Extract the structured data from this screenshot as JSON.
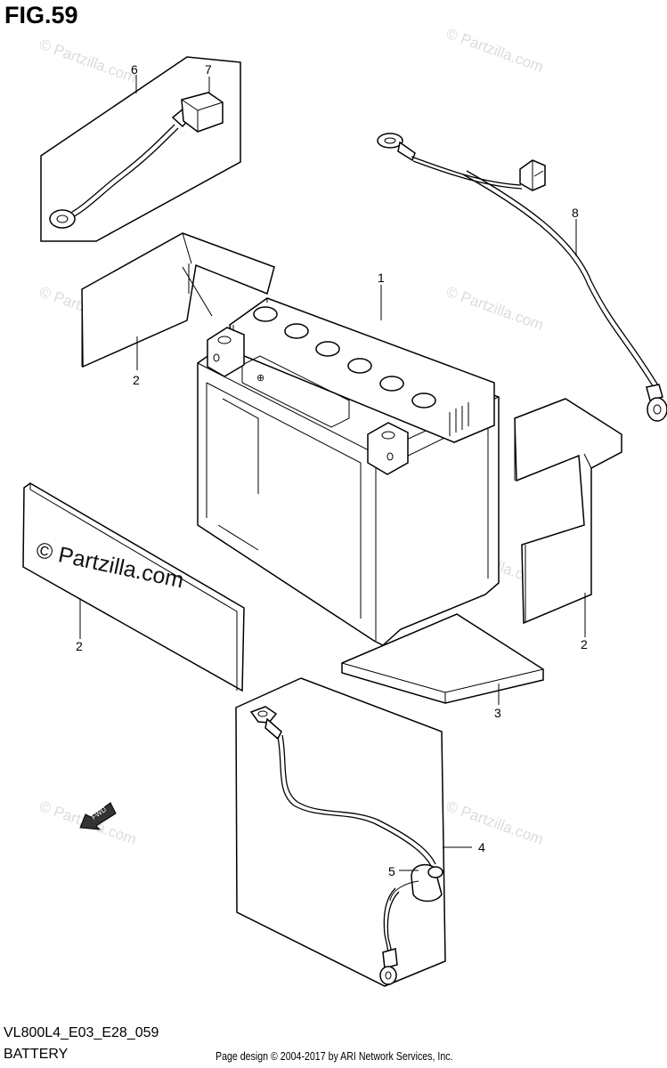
{
  "figure": {
    "title": "FIG.59",
    "model_code": "VL800L4_E03_E28_059",
    "caption": "BATTERY",
    "page_credit": "Page design © 2004-2017 by ARI Network Services, Inc."
  },
  "watermark": {
    "main_text": "© Partzilla.com",
    "faint_text": "© Partzilla.com"
  },
  "callouts": {
    "c1": "1",
    "c2a": "2",
    "c2b": "2",
    "c2c": "2",
    "c3": "3",
    "c4": "4",
    "c5": "5",
    "c6": "6",
    "c7": "7",
    "c8": "8"
  },
  "direction_arrow": {
    "label": "FWD"
  }
}
